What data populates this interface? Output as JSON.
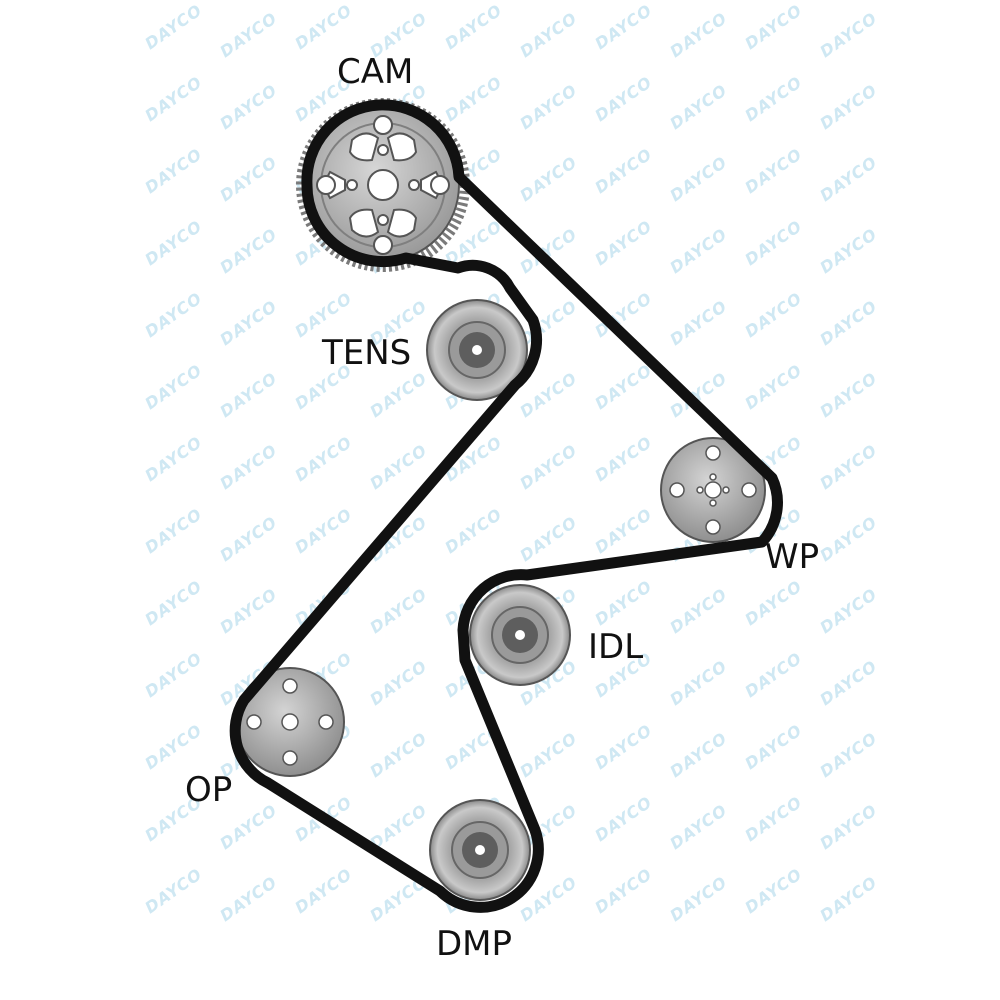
{
  "watermark": {
    "text": "DAYCO",
    "color": "#cfe8f3"
  },
  "belt": {
    "color": "#111111"
  },
  "colors": {
    "pulley_fill": "#b8b8b8",
    "pulley_dark": "#6a6a6a",
    "hole_fill": "#ffffff",
    "label_color": "#111111"
  },
  "pulleys": {
    "cam": {
      "label": "CAM",
      "kind": "toothed-sprocket"
    },
    "tens": {
      "label": "TENS",
      "kind": "smooth-idler"
    },
    "wp": {
      "label": "WP",
      "kind": "bolt-hub"
    },
    "idl": {
      "label": "IDL",
      "kind": "smooth-idler"
    },
    "op": {
      "label": "OP",
      "kind": "bolt-hub"
    },
    "dmp": {
      "label": "DMP",
      "kind": "smooth-idler"
    }
  }
}
